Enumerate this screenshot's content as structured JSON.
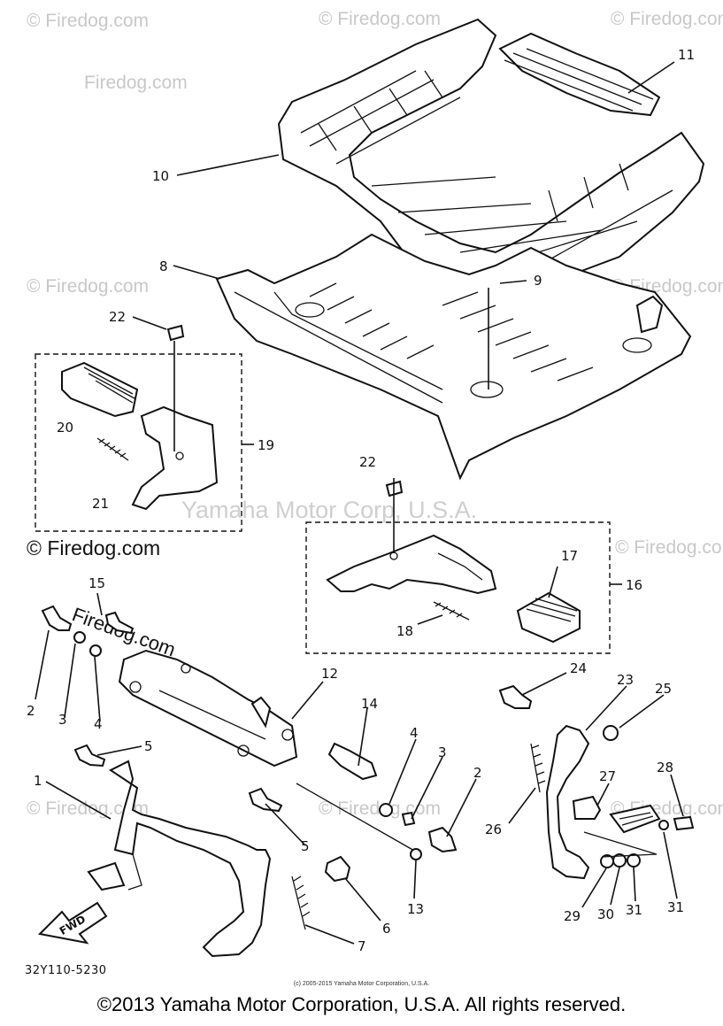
{
  "watermarks": {
    "site": "© Firedog.com",
    "site_plain": "Firedog.com",
    "center": "Yamaha Motor Corp, U.S.A."
  },
  "callouts": {
    "c1": "1",
    "c2a": "2",
    "c2b": "2",
    "c3a": "3",
    "c3b": "3",
    "c4a": "4",
    "c4b": "4",
    "c5a": "5",
    "c5b": "5",
    "c6": "6",
    "c7": "7",
    "c8": "8",
    "c9": "9",
    "c10": "10",
    "c11": "11",
    "c12": "12",
    "c13": "13",
    "c14": "14",
    "c15": "15",
    "c16": "16",
    "c17": "17",
    "c18": "18",
    "c19": "19",
    "c20": "20",
    "c21": "21",
    "c22a": "22",
    "c22b": "22",
    "c23": "23",
    "c24": "24",
    "c25": "25",
    "c26": "26",
    "c27": "27",
    "c28": "28",
    "c29": "29",
    "c30": "30",
    "c31a": "31",
    "c31b": "31"
  },
  "fwd_label": "FWD",
  "diagram_code": "32Y110-5230",
  "small_copyright": "(c) 2005-2015 Yamaha Motor Corporation, U.S.A.",
  "copyright": "©2013 Yamaha Motor Corporation, U.S.A. All rights reserved."
}
